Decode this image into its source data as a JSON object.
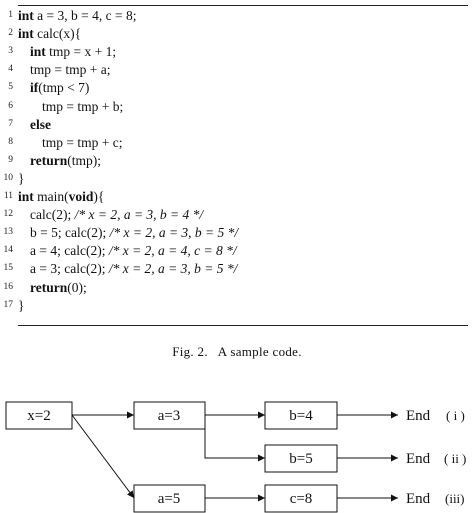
{
  "code": {
    "lines": [
      {
        "n": "1",
        "indent": 0,
        "parts": [
          {
            "t": "int",
            "s": "kw"
          },
          {
            "t": " a = 3, b = 4, c = 8;"
          }
        ]
      },
      {
        "n": "2",
        "indent": 0,
        "parts": [
          {
            "t": "int",
            "s": "kw"
          },
          {
            "t": " calc(x){"
          }
        ]
      },
      {
        "n": "3",
        "indent": 1,
        "parts": [
          {
            "t": "int",
            "s": "kw"
          },
          {
            "t": " tmp = x + 1;"
          }
        ]
      },
      {
        "n": "4",
        "indent": 1,
        "parts": [
          {
            "t": "tmp = tmp + a;"
          }
        ]
      },
      {
        "n": "5",
        "indent": 1,
        "parts": [
          {
            "t": "if",
            "s": "kw"
          },
          {
            "t": "(tmp < 7)"
          }
        ]
      },
      {
        "n": "6",
        "indent": 2,
        "parts": [
          {
            "t": "tmp = tmp + b;"
          }
        ]
      },
      {
        "n": "7",
        "indent": 1,
        "parts": [
          {
            "t": "else",
            "s": "kw"
          }
        ]
      },
      {
        "n": "8",
        "indent": 2,
        "parts": [
          {
            "t": "tmp = tmp + c;"
          }
        ]
      },
      {
        "n": "9",
        "indent": 1,
        "parts": [
          {
            "t": "return",
            "s": "kw"
          },
          {
            "t": "(tmp);"
          }
        ]
      },
      {
        "n": "10",
        "indent": 0,
        "parts": [
          {
            "t": "}"
          }
        ]
      },
      {
        "n": "11",
        "indent": 0,
        "parts": [
          {
            "t": "int",
            "s": "kw"
          },
          {
            "t": " main("
          },
          {
            "t": "void",
            "s": "kw"
          },
          {
            "t": "){"
          }
        ]
      },
      {
        "n": "12",
        "indent": 1,
        "parts": [
          {
            "t": "calc(2); "
          },
          {
            "t": "/* x = 2, a = 3, b = 4 */",
            "s": "cm"
          }
        ]
      },
      {
        "n": "13",
        "indent": 1,
        "parts": [
          {
            "t": "b = 5; calc(2); "
          },
          {
            "t": "/* x = 2, a = 3, b = 5 */",
            "s": "cm"
          }
        ]
      },
      {
        "n": "14",
        "indent": 1,
        "parts": [
          {
            "t": "a = 4; calc(2); "
          },
          {
            "t": "/* x = 2, a = 4, c = 8 */",
            "s": "cm"
          }
        ]
      },
      {
        "n": "15",
        "indent": 1,
        "parts": [
          {
            "t": "a = 3; calc(2); "
          },
          {
            "t": "/* x = 2, a = 3, b = 5 */",
            "s": "cm"
          }
        ]
      },
      {
        "n": "16",
        "indent": 1,
        "parts": [
          {
            "t": "return",
            "s": "kw"
          },
          {
            "t": "(0);"
          }
        ]
      },
      {
        "n": "17",
        "indent": 0,
        "parts": [
          {
            "t": "}"
          }
        ]
      }
    ]
  },
  "caption": "Fig. 2.   A sample code.",
  "diagram": {
    "nodes": {
      "x2": "x=2",
      "a3": "a=3",
      "b4": "b=4",
      "b5": "b=5",
      "a5": "a=5",
      "c8": "c=8"
    },
    "ends": [
      "End",
      "End",
      "End"
    ],
    "labels": [
      "( i )",
      "( ii )",
      "(iii)"
    ]
  }
}
